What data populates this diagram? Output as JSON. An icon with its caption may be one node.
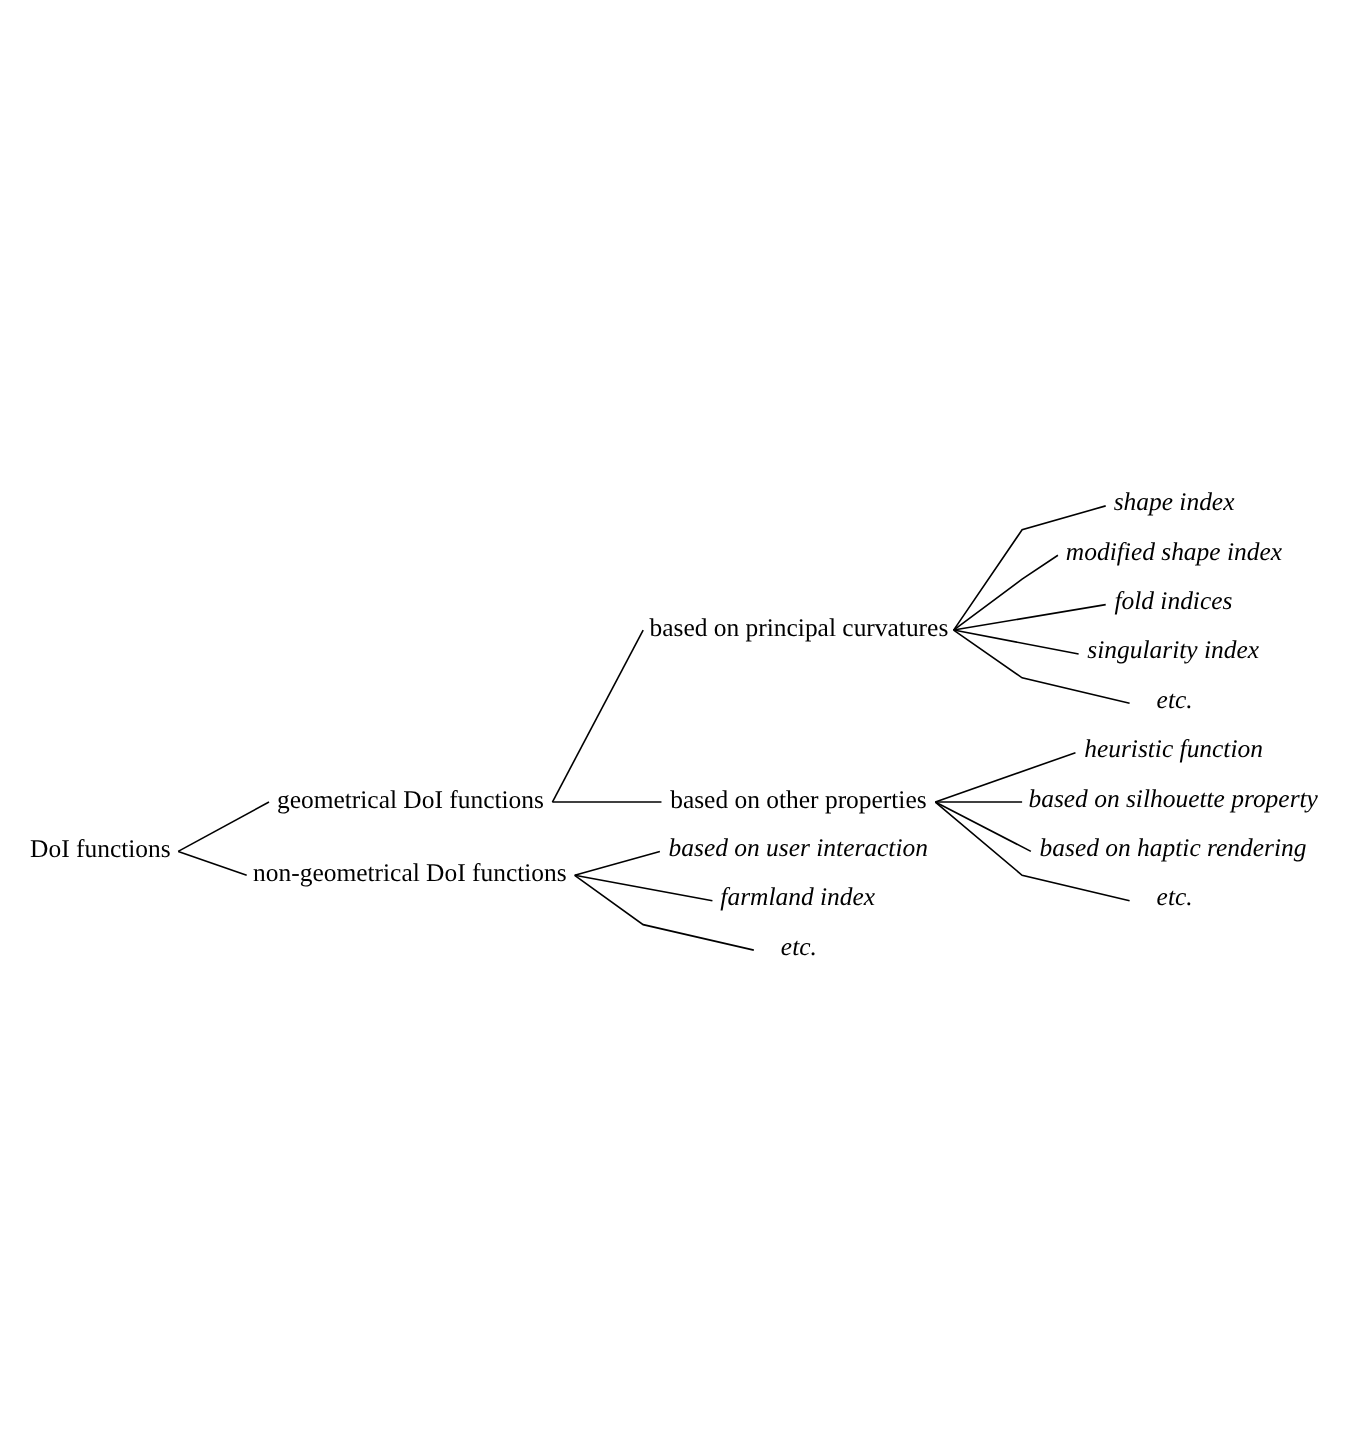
{
  "diagram": {
    "nodes": [
      {
        "text": [
          "DoI functions"
        ]
      },
      {
        "text": [
          "geometrical DoI functions"
        ]
      },
      {
        "text": [
          "based on principal curvatures"
        ]
      },
      {
        "text": [
          "shape index"
        ]
      },
      {
        "text": [
          "modified shape index"
        ]
      },
      {
        "text": [
          "fold indices"
        ]
      },
      {
        "text": [
          "singularity index"
        ]
      },
      {
        "text": [
          "etc."
        ]
      },
      {
        "text": [
          "based on other properties"
        ]
      },
      {
        "text": [
          "heuristic function"
        ]
      },
      {
        "text": [
          "based on silhouette property"
        ]
      },
      {
        "text": [
          "based on haptic rendering"
        ]
      },
      {
        "text": [
          "etc."
        ]
      },
      {
        "text": [
          "non-geometrical DoI functions"
        ]
      },
      {
        "text": [
          "based on user interaction"
        ]
      },
      {
        "text": [
          "farmland index"
        ]
      },
      {
        "text": [
          "etc."
        ]
      }
    ],
    "edges": [
      {
        "from": 0,
        "to": 1,
        "arrow": "none"
      },
      {
        "from": 1,
        "to": 2,
        "arrow": "none"
      },
      {
        "from": 2,
        "to": 3,
        "arrow": "none"
      },
      {
        "from": 2,
        "to": 4,
        "arrow": "none"
      },
      {
        "from": 2,
        "to": 5,
        "arrow": "none"
      },
      {
        "from": 2,
        "to": 6,
        "arrow": "none"
      },
      {
        "from": 2,
        "to": 7,
        "arrow": "none"
      },
      {
        "from": 1,
        "to": 8,
        "arrow": "none"
      },
      {
        "from": 8,
        "to": 9,
        "arrow": "none"
      },
      {
        "from": 8,
        "to": 10,
        "arrow": "none"
      },
      {
        "from": 8,
        "to": 11,
        "arrow": "none"
      },
      {
        "from": 8,
        "to": 12,
        "arrow": "none"
      },
      {
        "from": 0,
        "to": 13,
        "arrow": "none"
      },
      {
        "from": 13,
        "to": 14,
        "arrow": "none"
      },
      {
        "from": 13,
        "to": 15,
        "arrow": "none"
      },
      {
        "from": 13,
        "to": 16,
        "arrow": "none"
      }
    ]
  }
}
